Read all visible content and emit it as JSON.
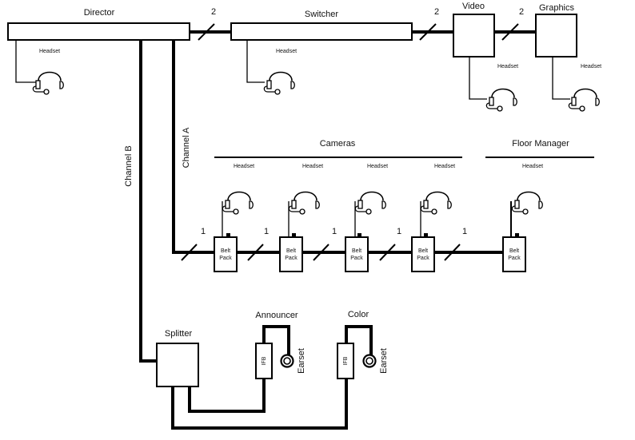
{
  "title": "Intercom system diagram",
  "nodes": {
    "director": "Director",
    "switcher": "Switcher",
    "video": "Video",
    "graphics": "Graphics",
    "cameras": "Cameras",
    "floor_manager": "Floor Manager",
    "splitter": "Splitter",
    "announcer": "Announcer",
    "color": "Color"
  },
  "channels": {
    "a": "Channel A",
    "b": "Channel B"
  },
  "devices": {
    "headset": "Headset",
    "belt_pack_line1": "Belt",
    "belt_pack_line2": "Pack",
    "ifb": "IFB",
    "earset": "Earset"
  },
  "wire_counts": {
    "director_switcher": "2",
    "switcher_video": "2",
    "video_graphics": "2",
    "channel_a_segments": [
      "1",
      "1",
      "1",
      "1",
      "1"
    ]
  },
  "camera_count": 4
}
